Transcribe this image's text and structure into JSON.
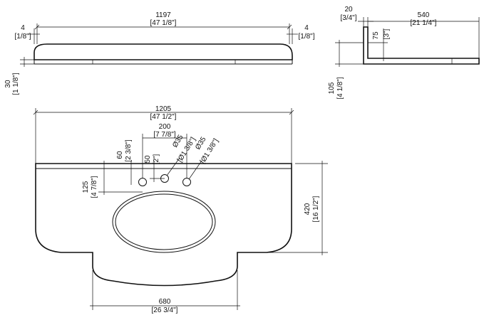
{
  "top_view": {
    "width_mm": "1197",
    "width_in": "[47 1/8\"]",
    "end_left_mm": "4",
    "end_left_in": "[1/8\"]",
    "end_right_mm": "4",
    "end_right_in": "[1/8\"]",
    "thickness_mm": "30",
    "thickness_in": "[1 1/8\"]"
  },
  "side_view": {
    "lip_mm": "20",
    "lip_in": "[3/4\"]",
    "depth_mm": "540",
    "depth_in": "[21 1/4\"]",
    "backsplash_mm": "75",
    "backsplash_in": "[3\"]",
    "height_mm": "105",
    "height_in": "[4 1/8\"]"
  },
  "plan_view": {
    "width_mm": "1205",
    "width_in": "[47 1/2\"]",
    "tap_spacing_mm": "200",
    "tap_spacing_in": "[7 7/8\"]",
    "hole_offset_mm": "60",
    "hole_offset_in": "[2 3/8\"]",
    "tap_offset_mm": "50",
    "tap_offset_in": "[2\"]",
    "hole_a_diameter": "Ø35",
    "hole_a_in": "[Ø1 3/8\"]",
    "hole_b_diameter": "Ø35",
    "hole_b_in": "[Ø1 3/8\"]",
    "hole_depth_mm": "125",
    "hole_depth_in": "[4 7/8\"]",
    "depth_mm": "420",
    "depth_in": "[16 1/2\"]",
    "bowl_width_mm": "680",
    "bowl_width_in": "[26 3/4\"]"
  }
}
